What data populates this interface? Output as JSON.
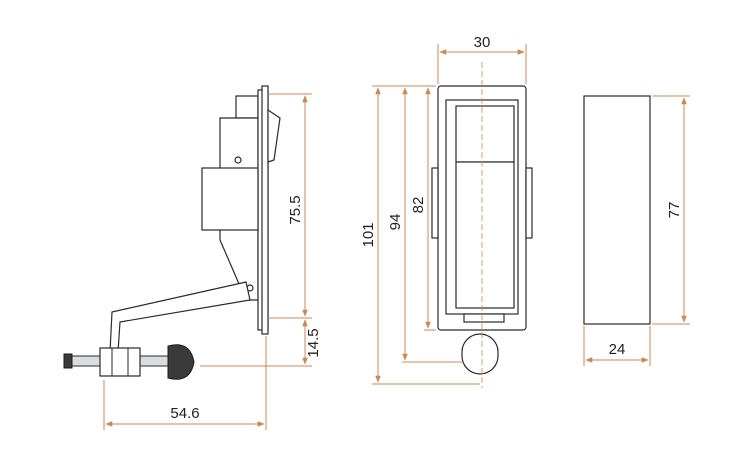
{
  "dimensions": {
    "side_width": "54.6",
    "side_height": "75.5",
    "side_offset": "14.5",
    "front_width": "30",
    "front_h101": "101",
    "front_h94": "94",
    "front_h82": "82",
    "end_height": "77",
    "end_width": "24"
  },
  "colors": {
    "dimension_line": "#c98a5a",
    "outline": "#2a2a2a",
    "shade": "#d9dde2"
  }
}
